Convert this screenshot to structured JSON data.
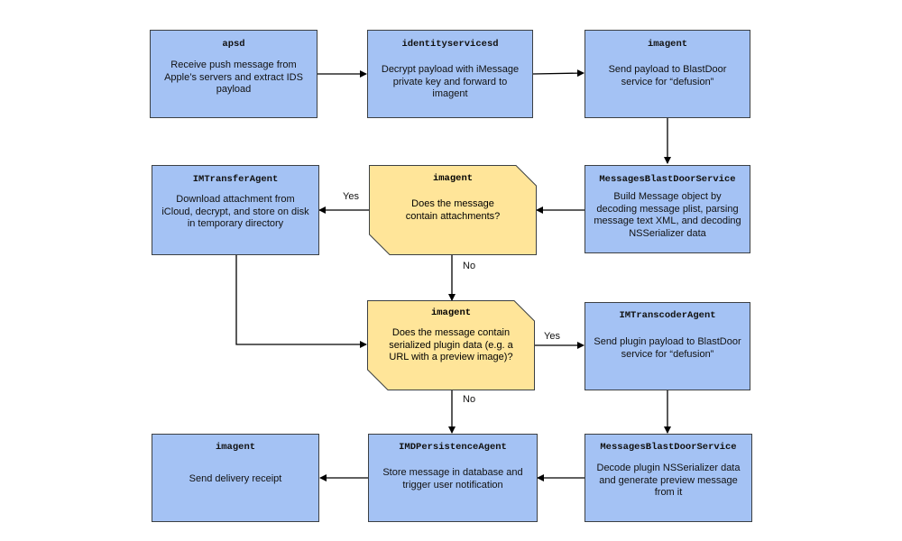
{
  "nodes": {
    "apsd": {
      "title": "apsd",
      "desc": "Receive push message from Apple’s servers and extract IDS payload"
    },
    "ids": {
      "title": "identityservicesd",
      "desc": "Decrypt payload with iMessage private key and forward to imagent"
    },
    "imagent1": {
      "title": "imagent",
      "desc": "Send payload to BlastDoor service for “defusion”"
    },
    "blastdoor1": {
      "title": "MessagesBlastDoorService",
      "desc": "Build Message object by decoding message plist, parsing message text XML, and decoding NSSerializer data"
    },
    "decision1": {
      "title": "imagent",
      "desc": "Does the message contain attachments?"
    },
    "transfer": {
      "title": "IMTransferAgent",
      "desc": "Download attachment from iCloud, decrypt, and store on disk in temporary directory"
    },
    "decision2": {
      "title": "imagent",
      "desc": "Does the message contain serialized plugin data (e.g. a URL with a preview image)?"
    },
    "transcoder": {
      "title": "IMTranscoderAgent",
      "desc": "Send plugin payload to BlastDoor service for “defusion”"
    },
    "blastdoor2": {
      "title": "MessagesBlastDoorService",
      "desc": "Decode plugin NSSerializer data and generate preview message from it"
    },
    "persistence": {
      "title": "IMDPersistenceAgent",
      "desc": "Store message in database and trigger user notification"
    },
    "imagent2": {
      "title": "imagent",
      "desc": "Send delivery receipt"
    }
  },
  "edge_labels": {
    "d1_yes": "Yes",
    "d1_no": "No",
    "d2_yes": "Yes",
    "d2_no": "No"
  },
  "colors": {
    "process_fill": "#a4c2f4",
    "decision_fill": "#ffe599",
    "stroke": "#3c4043",
    "edge": "#000000"
  }
}
